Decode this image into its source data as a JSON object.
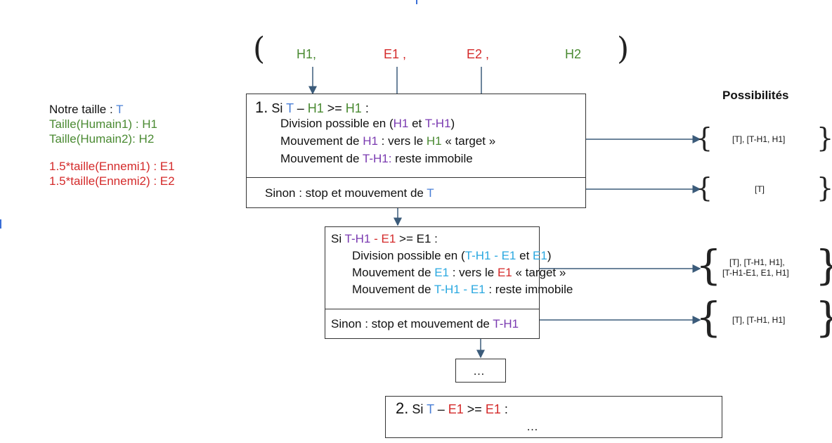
{
  "top_list": {
    "h1": "H1,",
    "e1": "E1 ,",
    "e2": "E2 ,",
    "h2": "H2"
  },
  "legend": {
    "line1_label": "Notre taille : ",
    "line1_var": "T",
    "line2": "Taille(Humain1) : H1",
    "line3": "Taille(Humain2): H2",
    "line4": "1.5*taille(Ennemi1) : E1",
    "line5": "1.5*taille(Ennemi2) : E2"
  },
  "possibilites_title": "Possibilités",
  "box1": {
    "num": "1.",
    "si": "Si ",
    "T": "T",
    "minus": " – ",
    "H1a": "H1",
    "gte": " >= ",
    "H1b": "H1",
    "colon": " :",
    "div_prefix": "Division possible en (",
    "div_H1": "H1",
    "div_et": " et ",
    "div_TH1": "T-H1",
    "div_close": ")",
    "mv1_prefix": "Mouvement de ",
    "mv1_H1": "H1",
    "mv1_mid": " : vers le ",
    "mv1_H1b": "H1",
    "mv1_end": " « target »",
    "mv2_prefix": "Mouvement de ",
    "mv2_TH1": "T-H1:",
    "mv2_end": " reste immobile",
    "sinon_prefix": "Sinon : stop et mouvement de ",
    "sinon_T": "T"
  },
  "box2": {
    "si": "Si ",
    "TH1": "T-H1",
    "dash": " - ",
    "E1a": "E1",
    "gte": " >= E1 :",
    "div_prefix": "Division possible en (",
    "div_TH1E1": "T-H1 - E1",
    "div_et": " et ",
    "div_E1": "E1",
    "div_close": ")",
    "mv1_prefix": "Mouvement de ",
    "mv1_E1": "E1",
    "mv1_mid": " : vers le ",
    "mv1_E1b": "E1",
    "mv1_end": " « target »",
    "mv2_prefix": "Mouvement de ",
    "mv2_TH1E1": "T-H1 - E1",
    "mv2_end": " : reste immobile",
    "sinon_prefix": "Sinon : stop et mouvement de ",
    "sinon_TH1": "T-H1"
  },
  "ellipsis_box": "…",
  "box3": {
    "num": "2.",
    "si": "Si ",
    "T": "T",
    "minus": " – ",
    "E1a": "E1",
    "gte": " >= ",
    "E1b": "E1",
    "colon": " :",
    "ellipsis": "…"
  },
  "results": {
    "r1": "[T], [T-H1, H1]",
    "r2": "[T]",
    "r3_line1": "[T], [T-H1, H1],",
    "r3_line2": "[T-H1-E1, E1, H1]",
    "r4": "[T], [T-H1, H1]"
  }
}
